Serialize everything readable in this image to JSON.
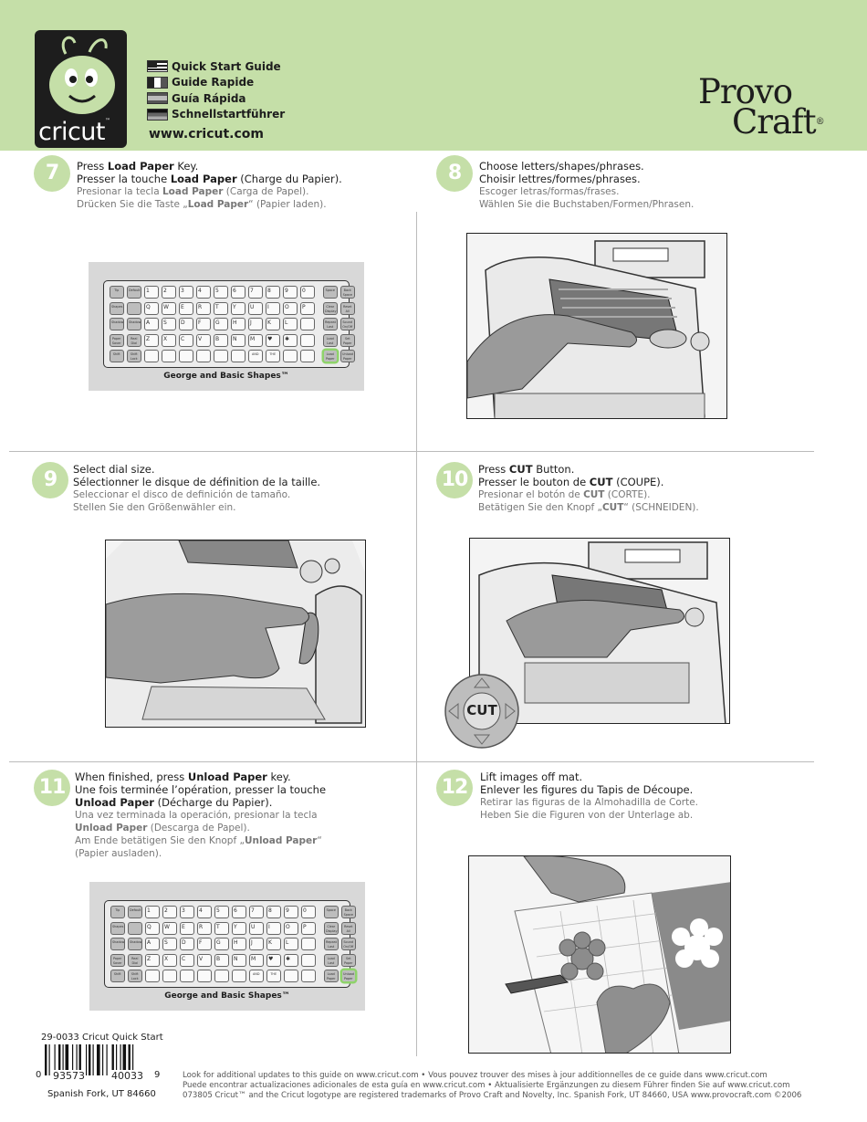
{
  "header": {
    "logo_text": "cricut",
    "logo_tm": "™",
    "languages": [
      {
        "label": "Quick Start Guide",
        "flag": "us-flag-icon"
      },
      {
        "label": "Guide Rapide",
        "flag": "france-flag-icon"
      },
      {
        "label": "Guía Rápida",
        "flag": "spain-flag-icon"
      },
      {
        "label": "Schnellstartführer",
        "flag": "germany-flag-icon"
      }
    ],
    "url": "www.cricut.com",
    "brand_line1": "Provo",
    "brand_line2": "Craft",
    "brand_reg": "®",
    "accent_color": "#c5dfa8"
  },
  "steps": [
    {
      "number": "7",
      "en_pre": "Press ",
      "en_bold": "Load Paper",
      "en_post": " Key.",
      "fr_pre": "Presser la touche ",
      "fr_bold": "Load Paper",
      "fr_post": " (Charge du Papier).",
      "es_pre": "Presionar la tecla ",
      "es_bold": "Load Paper",
      "es_post": " (Carga de Papel).",
      "de_pre": "Drücken Sie die Taste „",
      "de_bold": "Load Paper",
      "de_post": "“ (Papier laden).",
      "caption": "George and Basic Shapes™"
    },
    {
      "number": "8",
      "en": "Choose letters/shapes/phrases.",
      "fr": "Choisir lettres/formes/phrases.",
      "es": "Escoger letras/formas/frases.",
      "de": "Wählen Sie die Buchstaben/Formen/Phrasen."
    },
    {
      "number": "9",
      "en": "Select dial size.",
      "fr": "Sélectionner le disque de définition de la taille.",
      "es": "Seleccionar el disco de definición de tamaño.",
      "de": "Stellen Sie den Größenwähler ein."
    },
    {
      "number": "10",
      "en_pre": "Press ",
      "en_bold": "CUT",
      "en_post": " Button.",
      "fr_pre": "Presser le bouton de ",
      "fr_bold": "CUT",
      "fr_post": " (COUPE).",
      "es_pre": "Presionar el botón de ",
      "es_bold": "CUT",
      "es_post": " (CORTE).",
      "de_pre": "Betätigen Sie den Knopf „",
      "de_bold": "CUT",
      "de_post": "“ (SCHNEIDEN).",
      "button_label": "CUT"
    },
    {
      "number": "11",
      "en_pre": "When finished, press ",
      "en_bold": "Unload Paper",
      "en_post": " key.",
      "fr_line1": "Une fois terminée l’opération, presser la touche",
      "fr_bold": "Unload Paper",
      "fr_post": " (Décharge du Papier).",
      "es_line1": "Una vez terminada la operación, presionar la tecla",
      "es_bold": "Unload Paper",
      "es_post": " (Descarga de Papel).",
      "de_pre": "Am Ende betätigen Sie den Knopf „",
      "de_bold": "Unload Paper",
      "de_post": "“",
      "de_line2": "(Papier ausladen).",
      "caption": "George and Basic Shapes™"
    },
    {
      "number": "12",
      "en": "Lift images off mat.",
      "fr": "Enlever les figures du Tapis de Découpe.",
      "es": "Retirar las figuras de la Almohadilla de Corte.",
      "de": "Heben Sie die Figuren von der Unterlage ab."
    }
  ],
  "keyboard": {
    "rows": [
      [
        "Tip",
        "Default",
        "1",
        "2",
        "3",
        "4",
        "5",
        "6",
        "7",
        "8",
        "9",
        "0",
        "Space",
        "Back Space"
      ],
      [
        "Shapes",
        "",
        "Q",
        "W",
        "E",
        "R",
        "T",
        "Y",
        "U",
        "I",
        "O",
        "P",
        "Clear Display",
        "Reset All"
      ],
      [
        "Shadow",
        "Shadow",
        "A",
        "S",
        "D",
        "F",
        "G",
        "H",
        "J",
        "K",
        "L",
        "",
        "Repeat Last",
        "Sound On/Off"
      ],
      [
        "Paper Saver",
        "Real Dial Size",
        "Z",
        "X",
        "C",
        "V",
        "B",
        "N",
        "M",
        "♥",
        "✱",
        "",
        "Load Last",
        "Set Paper Size"
      ],
      [
        "Shift",
        "Shift Lock",
        "",
        "",
        "",
        "",
        "",
        "",
        "AND",
        "THE",
        "",
        "",
        "Load Paper",
        "Unload Paper"
      ]
    ],
    "highlight_color": "#8fd36b"
  },
  "footer": {
    "code": "29-0033 Cricut Quick Start",
    "barcode_left": "0",
    "barcode_mid1": "93573",
    "barcode_mid2": "40033",
    "barcode_right": "9",
    "city": "Spanish Fork, UT 84660",
    "legal_1": "Look for additional updates to this guide on www.cricut.com • Vous pouvez trouver des mises à jour additionnelles de ce guide dans www.cricut.com",
    "legal_2": "Puede encontrar actualizaciones adicionales de esta guía en www.cricut.com • Aktualisierte Ergänzungen zu diesem Führer finden Sie auf www.cricut.com",
    "legal_3": "073805 Cricut™ and the Cricut logotype are registered trademarks of Provo Craft and Novelty, Inc. Spanish Fork, UT 84660, USA www.provocraft.com ©2006"
  }
}
